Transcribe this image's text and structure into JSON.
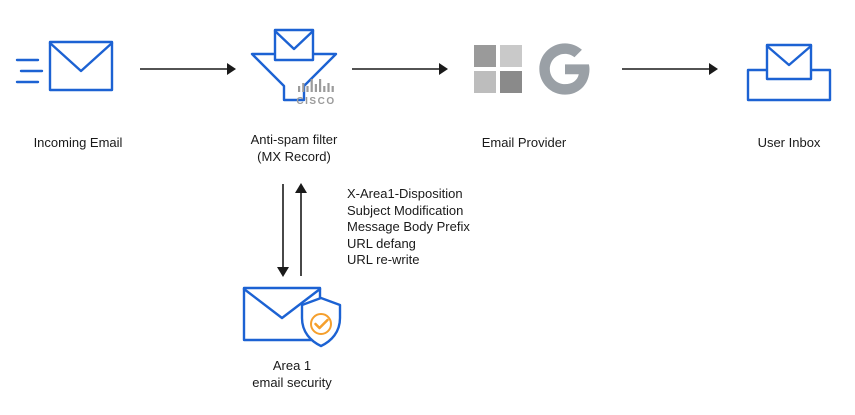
{
  "nodes": {
    "incoming_email": {
      "label": "Incoming Email"
    },
    "anti_spam": {
      "label": "Anti-spam filter",
      "sublabel": "(MX Record)",
      "brand": "CISCO"
    },
    "email_provider": {
      "label": "Email Provider"
    },
    "user_inbox": {
      "label": "User Inbox"
    },
    "area1": {
      "label": "Area 1",
      "sublabel": "email security"
    }
  },
  "annotations": {
    "lines": [
      "X-Area1-Disposition",
      "Subject Modification",
      "Message Body Prefix",
      "URL defang",
      "URL re-write"
    ]
  },
  "icons": {
    "incoming_email": "speeding-envelope-icon",
    "anti_spam": "envelope-into-funnel-icon",
    "email_provider_logos": [
      "microsoft-logo",
      "google-logo"
    ],
    "user_inbox": "envelope-in-tray-icon",
    "area1": "envelope-shield-check-icon"
  },
  "colors": {
    "blue": "#1c62d3",
    "ink": "#1a1a1a",
    "gray": "#9b9b9b",
    "ms_tl": "#9a9a9a",
    "ms_tr": "#c9c9c9",
    "ms_bl": "#bdbdbd",
    "ms_br": "#8a8a8a",
    "google_gray": "#9aa0a6",
    "check_orange": "#f59f2c"
  }
}
